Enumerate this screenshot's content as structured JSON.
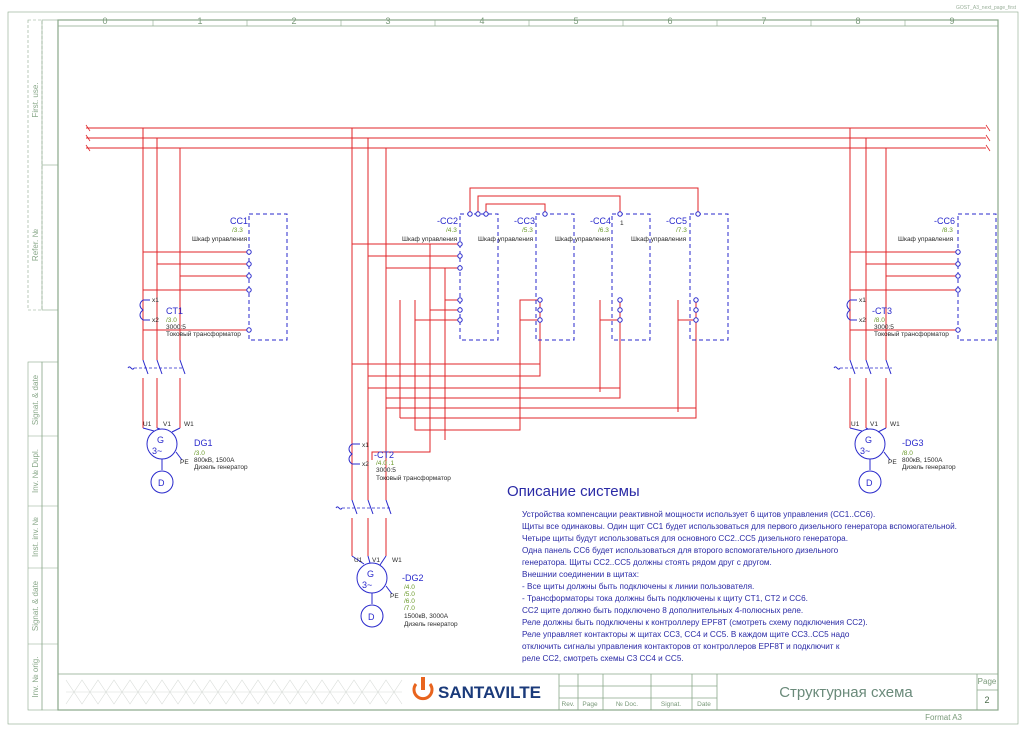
{
  "sheet": {
    "file_tag": "GOST_A3_next_page_first",
    "format": "Format A3",
    "columns": [
      "0",
      "1",
      "2",
      "3",
      "4",
      "5",
      "6",
      "7",
      "8",
      "9"
    ],
    "side_top": [
      "First. use.",
      "Refer. №"
    ],
    "side_bottom": [
      "Signat. & date",
      "Inv. № Dupl.",
      "Inst. inv. №",
      "Signat. & date",
      "Inv. № orig."
    ]
  },
  "title_block": {
    "company": "SANTAVILTE",
    "title": "Структурная схема",
    "page_label": "Page",
    "page_number": "2",
    "headers": [
      "Rev.",
      "Page",
      "№ Doc.",
      "Signat.",
      "Date"
    ]
  },
  "components": {
    "cc1": {
      "tag": "CC1",
      "ref": "/3.3",
      "label": "Шкаф управления"
    },
    "cc2": {
      "tag": "-CC2",
      "ref": "/4.3",
      "label": "Шкаф управления"
    },
    "cc3": {
      "tag": "-CC3",
      "ref": "/5.3",
      "label": "Шкаф управления"
    },
    "cc4": {
      "tag": "-CC4",
      "ref": "/6.3",
      "label": "Шкаф управления"
    },
    "cc5": {
      "tag": "-CC5",
      "ref": "/7.3",
      "label": "Шкаф управления"
    },
    "cc6": {
      "tag": "-CC6",
      "ref": "/8.3",
      "label": "Шкаф управления"
    },
    "ct1": {
      "tag": "CT1",
      "ref": "/3.0",
      "rating": "3000:5",
      "label": "Токовый трансформатор"
    },
    "ct2": {
      "tag": "-CT2",
      "ref": "/4.0 .1",
      "rating": "3000:5",
      "label": "Токовый трансформатор"
    },
    "ct3": {
      "tag": "-CT3",
      "ref": "/8.0",
      "rating": "3000:5",
      "label": "Токовый трансформатор"
    },
    "dg1": {
      "tag": "DG1",
      "ref": "/3.0",
      "rating": "800кВ, 1500A",
      "label": "Дизель генератор"
    },
    "dg2": {
      "tag": "-DG2",
      "refs": [
        "/4.0",
        "/5.0",
        "/6.0",
        "/7.0"
      ],
      "rating": "1500кВ, 3000A",
      "label": "Дизель генератор"
    },
    "dg3": {
      "tag": "-DG3",
      "ref": "/8.0",
      "rating": "800кВ, 1500A",
      "label": "Дизель генератор"
    },
    "terminals": {
      "x1": "x1",
      "x2": "x2",
      "u1": "U1",
      "v1": "V1",
      "w1": "W1",
      "pe": "PE",
      "g": "G",
      "phase": "3~",
      "d": "D",
      "one": "1"
    }
  },
  "description": {
    "heading": "Описание системы",
    "lines": [
      "Устройства компенсации реактивной мощности использует 6 щитов  управления (CC1..CC6).",
      "Щиты все одинаковы. Один щит CC1 будет использоваться для первого дизельного генератора вспомогательной.",
      "Четыре щиты будут использоваться для основного CC2..CC5 дизельного генератора.",
      "Одна панель CC6 будет использоваться для второго вспомогательного дизельного",
      "генератора. Щиты CC2..CC5 должны стоять рядом друг с другом.",
      "Внешнии соединении в щитах:",
      " - Все щиты должны быть подключены к линии пользователя.",
      " - Трансформаторы тока должны быть подключены к щиту CT1, CT2 и CC6.",
      "",
      "CC2 щите должно быть подключено 8 дополнительных 4-полюсных реле.",
      " Реле должны быть подключены к контроллеру EPF8T (смотреть схему подключения CC2).",
      "Реле управляет контакторы ж щитах CC3, CC4 и CC5. В каждом щите CC3..CC5 надо",
      "отключить сигналы управления контакторов от контроллеров EPF8T и подключит к",
      "реле CC2, смотреть схемы С3 CC4 и CC5."
    ]
  },
  "colors": {
    "frame": "#8aa88a",
    "power": "#e0262a",
    "symbol": "#2a2acc",
    "ref": "#6a9a2a",
    "text": "#2a2aa6",
    "logo": "#e8641e"
  }
}
